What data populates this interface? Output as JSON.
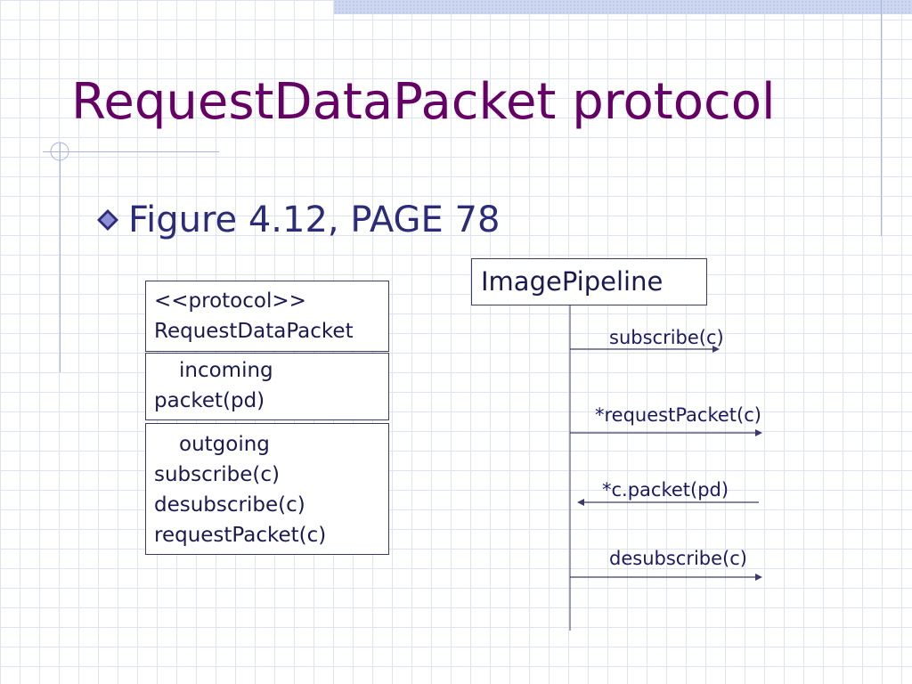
{
  "slide": {
    "title": "RequestDataPacket protocol",
    "bullet": "Figure 4.12, PAGE 78"
  },
  "protocol_box": {
    "stereotype": "<<protocol>>",
    "name": "RequestDataPacket",
    "incoming_header": "incoming",
    "incoming": [
      "packet(pd)"
    ],
    "outgoing_header": "outgoing",
    "outgoing": [
      "subscribe(c)",
      "desubscribe(c)",
      "requestPacket(c)"
    ]
  },
  "sequence": {
    "lifeline": "ImagePipeline",
    "messages": [
      {
        "label": "subscribe(c)",
        "direction": "right"
      },
      {
        "label": "*requestPacket(c)",
        "direction": "right"
      },
      {
        "label": "*c.packet(pd)",
        "direction": "left"
      },
      {
        "label": "desubscribe(c)",
        "direction": "right"
      }
    ]
  },
  "colors": {
    "title": "#660066",
    "bullet_text": "#2b2b7a",
    "diagram_line": "#3a3a6a",
    "grid": "#dde3f0"
  },
  "icons": {
    "bullet": "diamond-bullet-icon"
  }
}
